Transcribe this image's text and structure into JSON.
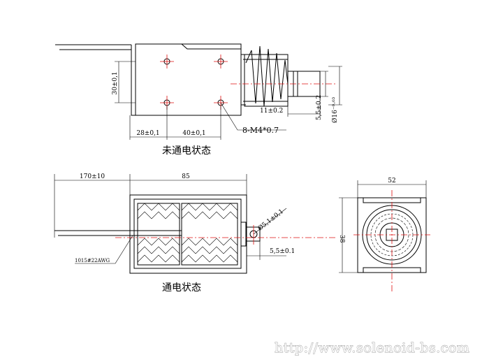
{
  "drawing": {
    "top_view": {
      "caption": "未通电状态",
      "dims": {
        "height": "30±0,1",
        "pitch1": "28±0,1",
        "pitch2": "40±0,1",
        "screw": "8-M4*0.7",
        "plunger_len": "11±0.2",
        "plunger_dia": "5,5±0.2",
        "flange_dia": "Ø16⁻⁰·⁰³"
      }
    },
    "side_view": {
      "caption": "通电状态",
      "dims": {
        "wire_len": "170±10",
        "body_len": "85",
        "hole_dia": "Ø5,1±0,1",
        "stroke": "5,5±0.1",
        "wire_spec": "1015#22AWG"
      }
    },
    "end_view": {
      "dims": {
        "width": "52",
        "height": "38"
      }
    },
    "colors": {
      "lines": "#000000",
      "centerlines": "#e01010",
      "watermark_stroke": "#9a9a9a"
    }
  },
  "watermark": "http://www.solenoid-bs.com"
}
